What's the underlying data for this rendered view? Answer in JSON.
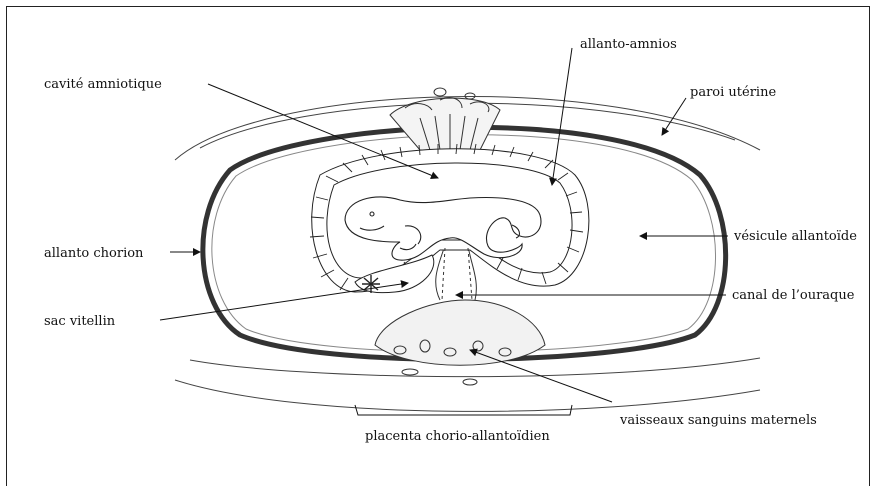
{
  "labels": {
    "allanto_amnios": "allanto-amnios",
    "cavite_amniotique": "cavité amniotique",
    "paroi_uterine": "paroi utérine",
    "allanto_chorion": "allanto chorion",
    "vesicule_allantoide": "vésicule allantoïde",
    "canal_ouraque": "canal de l’ouraque",
    "sac_vitellin": "sac vitellin",
    "vaisseaux_sanguins": "vaisseaux sanguins maternels",
    "placenta": "placenta chorio-allantoïdien"
  }
}
